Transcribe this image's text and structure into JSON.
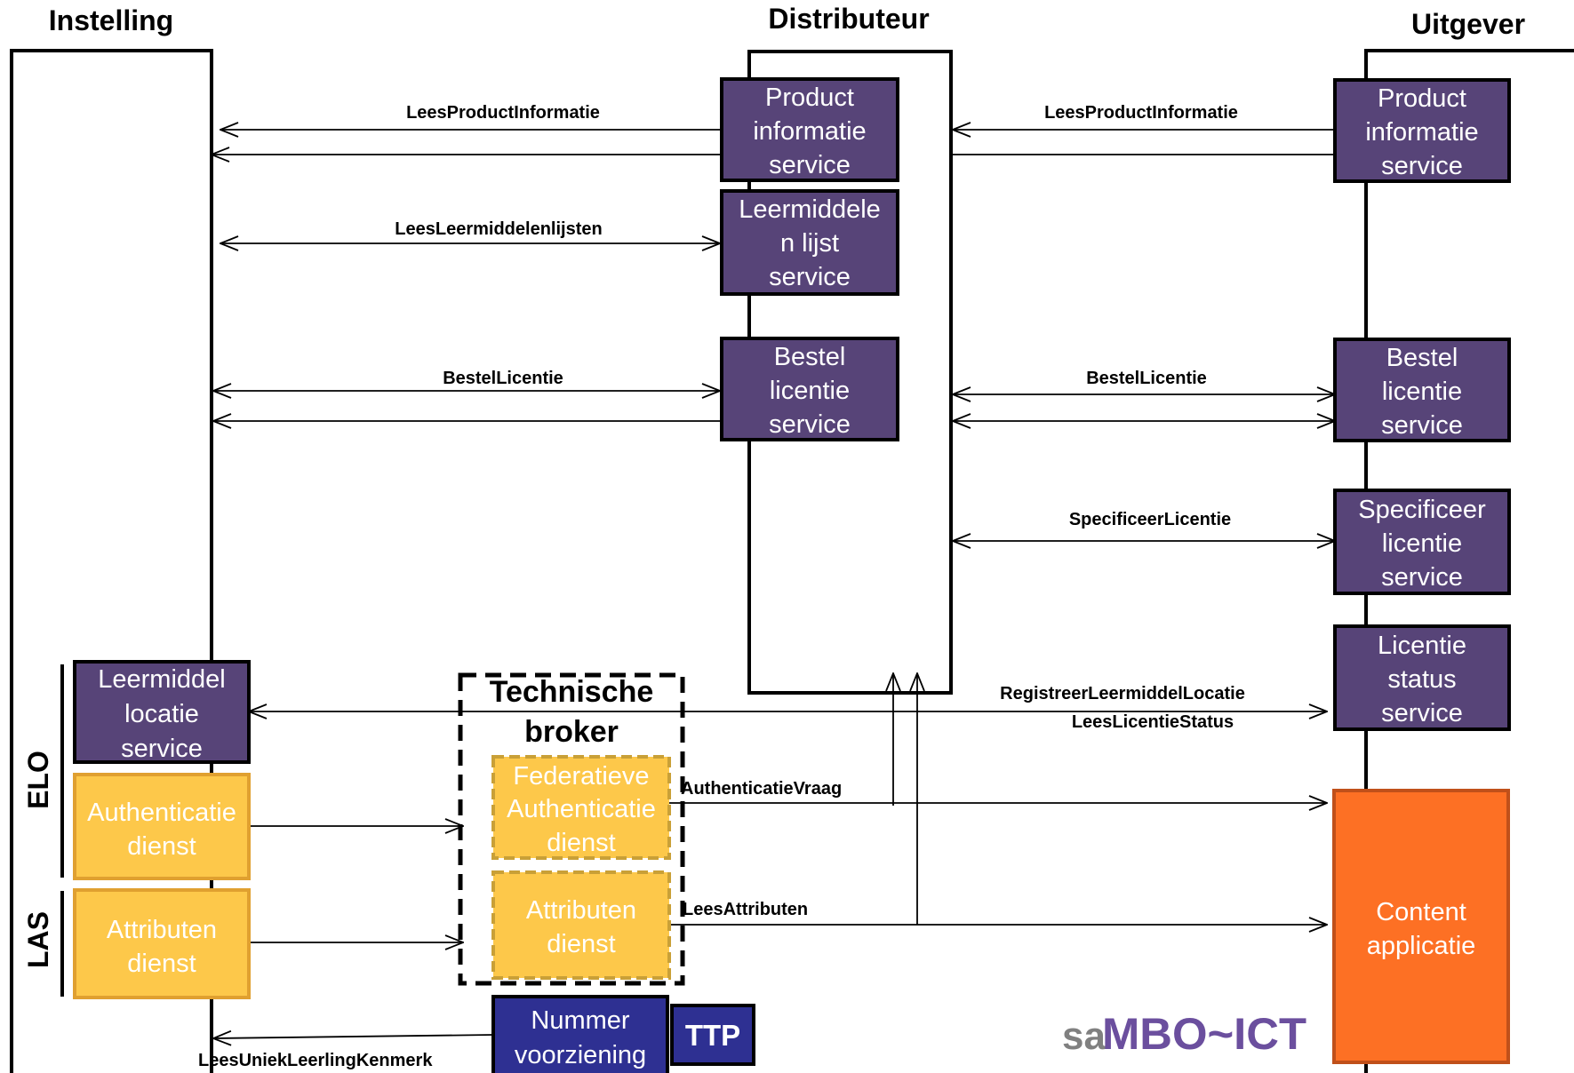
{
  "headers": {
    "instelling": "Instelling",
    "distributeur": "Distributeur",
    "uitgever": "Uitgever"
  },
  "side_labels": {
    "elo": "ELO",
    "las": "LAS"
  },
  "boxes": {
    "dist_product": [
      "Product",
      "informatie",
      "service"
    ],
    "dist_leermiddelen": [
      "Leermiddele",
      "n lijst",
      "service"
    ],
    "dist_bestel": [
      "Bestel",
      "licentie",
      "service"
    ],
    "uitg_product": [
      "Product",
      "informatie",
      "service"
    ],
    "uitg_bestel": [
      "Bestel",
      "licentie",
      "service"
    ],
    "uitg_specificeer": [
      "Specificeer",
      "licentie",
      "service"
    ],
    "uitg_licentie_status": [
      "Licentie",
      "status",
      "service"
    ],
    "uitg_content": [
      "Content",
      "applicatie"
    ],
    "inst_leermiddel": [
      "Leermiddel",
      "locatie",
      "service"
    ],
    "inst_authenticatie": [
      "Authenticatie",
      "dienst"
    ],
    "inst_attributen": [
      "Attributen",
      "dienst"
    ],
    "broker_title": [
      "Technische",
      "broker"
    ],
    "broker_federatieve": [
      "Federatieve",
      "Authenticatie",
      "dienst"
    ],
    "broker_attributen": [
      "Attributen",
      "dienst"
    ],
    "nummervoorziening": [
      "Nummer",
      "voorziening"
    ],
    "ttp": [
      "TTP"
    ]
  },
  "arrow_labels": {
    "lees_product_left": "LeesProductInformatie",
    "lees_product_right": "LeesProductInformatie",
    "lees_leermiddelenlijsten": "LeesLeermiddelenlijsten",
    "bestel_left": "BestelLicentie",
    "bestel_right": "BestelLicentie",
    "specificeer": "SpecificeerLicentie",
    "registreer": "RegistreerLeermiddelLocatie",
    "lees_licentie_status": "LeesLicentieStatus",
    "authenticatie_vraag": "AuthenticatieVraag",
    "lees_attributen": "LeesAttributen",
    "lees_uniek": "LeesUniekLeerlingKenmerk"
  },
  "logo": {
    "prefix": "sa",
    "main": "MBO~ICT"
  },
  "colors": {
    "service_purple": "#574478",
    "dienst_yellow": "#fdc84a",
    "content_orange": "#fd7024",
    "nummer_blue": "#2e3092",
    "logo_gray": "#808080",
    "logo_purple": "#6b4f9e",
    "line_black": "#000000"
  }
}
